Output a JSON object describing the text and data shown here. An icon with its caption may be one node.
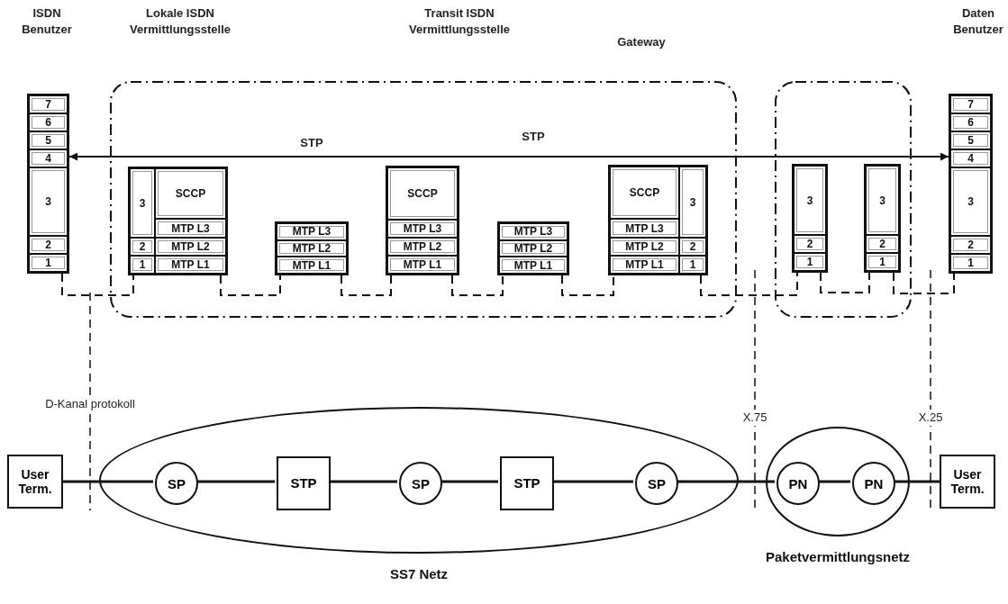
{
  "diagram": {
    "nodes": [
      {
        "text": [
          "7",
          "6",
          "5",
          "4",
          "3",
          "2",
          "1"
        ]
      },
      {
        "text": [],
        "shape": "box"
      },
      {
        "text": [
          "3",
          "SCCP",
          "MTP L3",
          "2",
          "MTP L2",
          "1",
          "MTP L1"
        ],
        "in": 1
      },
      {
        "text": [
          "MTP L3",
          "MTP L2",
          "MTP L1"
        ],
        "in": 1
      },
      {
        "text": [
          "SCCP",
          "MTP L3",
          "MTP L2",
          "MTP L1"
        ],
        "in": 1
      },
      {
        "text": [
          "MTP L3",
          "MTP L2",
          "MTP L1"
        ],
        "in": 1
      },
      {
        "text": [
          "SCCP",
          "3",
          "MTP L3",
          "MTP L2",
          "2",
          "MTP L1",
          "1"
        ],
        "in": 1
      },
      {
        "text": [],
        "shape": "box"
      },
      {
        "text": [
          "3",
          "2",
          "1"
        ],
        "in": 7
      },
      {
        "text": [
          "3",
          "2",
          "1"
        ],
        "in": 7
      },
      {
        "text": [
          "7",
          "6",
          "5",
          "4",
          "3",
          "2",
          "1"
        ]
      },
      {
        "text": [
          "User Term."
        ]
      },
      {
        "text": [
          "SS7 Netz"
        ]
      },
      {
        "text": [
          "SP"
        ],
        "in": 12
      },
      {
        "text": [
          "STP"
        ],
        "in": 12
      },
      {
        "text": [
          "SP"
        ],
        "in": 12
      },
      {
        "text": [
          "STP"
        ],
        "in": 12
      },
      {
        "text": [
          "SP"
        ],
        "in": 12
      },
      {
        "text": [
          "Paketvermittlungsnetz"
        ]
      },
      {
        "text": [
          "PN"
        ],
        "in": 18
      },
      {
        "text": [
          "PN"
        ],
        "in": 18
      },
      {
        "text": [
          "User Term."
        ]
      }
    ],
    "edges": [
      {
        "from": 0,
        "to": 10,
        "arrow": "both"
      },
      {
        "from": 0,
        "to": 2,
        "arrow": "none",
        "style": "dashed"
      },
      {
        "from": 2,
        "to": 3,
        "arrow": "none",
        "style": "dashed"
      },
      {
        "from": 3,
        "to": 4,
        "arrow": "none",
        "style": "dashed"
      },
      {
        "from": 4,
        "to": 5,
        "arrow": "none",
        "style": "dashed"
      },
      {
        "from": 5,
        "to": 6,
        "arrow": "none",
        "style": "dashed"
      },
      {
        "from": 6,
        "to": 8,
        "arrow": "none",
        "style": "dashed"
      },
      {
        "from": 8,
        "to": 9,
        "arrow": "none",
        "style": "dashed"
      },
      {
        "from": 9,
        "to": 10,
        "arrow": "none",
        "style": "dashed"
      },
      {
        "from": 11,
        "to": 13,
        "arrow": "none"
      },
      {
        "from": 13,
        "to": 14,
        "arrow": "none"
      },
      {
        "from": 14,
        "to": 15,
        "arrow": "none"
      },
      {
        "from": 15,
        "to": 16,
        "arrow": "none"
      },
      {
        "from": 16,
        "to": 17,
        "arrow": "none"
      },
      {
        "from": 17,
        "to": 19,
        "arrow": "none"
      },
      {
        "from": 19,
        "to": 20,
        "arrow": "none"
      },
      {
        "from": 20,
        "to": 21,
        "arrow": "none"
      }
    ],
    "labels": [
      "ISDN Benutzer",
      "Lokale ISDN Vermittlungsstelle",
      "Transit ISDN Vermittlungsstelle",
      "Gateway",
      "Daten Benutzer",
      "STP",
      "STP",
      "D-Kanal protokoll",
      "X.75",
      "X.25"
    ]
  }
}
